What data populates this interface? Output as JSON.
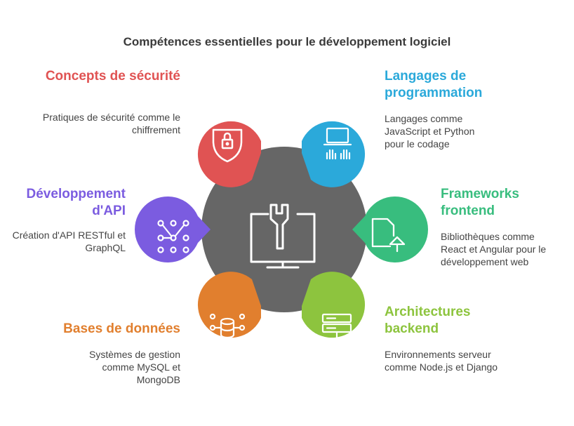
{
  "title": "Compétences essentielles pour le développement logiciel",
  "colors": {
    "hub": "#666666",
    "security": "#E05353",
    "languages": "#2BA9DA",
    "api": "#7B5CE0",
    "frontend": "#38BD7E",
    "databases": "#E17F2E",
    "backend": "#8DC43E"
  },
  "center": {
    "icon": "computer-wrench-icon"
  },
  "items": {
    "security": {
      "heading": "Concepts de sécurité",
      "description": "Pratiques de sécurité comme le chiffrement",
      "icon": "shield-lock-icon"
    },
    "languages": {
      "heading": "Langages de programmation",
      "description": "Langages comme JavaScript et Python pour le codage",
      "icon": "laptop-typing-icon"
    },
    "api": {
      "heading": "Développement d'API",
      "description": "Création d'API RESTful et GraphQL",
      "icon": "network-nodes-icon"
    },
    "frontend": {
      "heading": "Frameworks frontend",
      "description": "Bibliothèques comme React et Angular pour le développement web",
      "icon": "file-upload-icon"
    },
    "databases": {
      "heading": "Bases de données",
      "description": "Systèmes de gestion comme MySQL et MongoDB",
      "icon": "database-icon"
    },
    "backend": {
      "heading": "Architectures backend",
      "description": "Environnements serveur comme Node.js et Django",
      "icon": "server-icon"
    }
  }
}
